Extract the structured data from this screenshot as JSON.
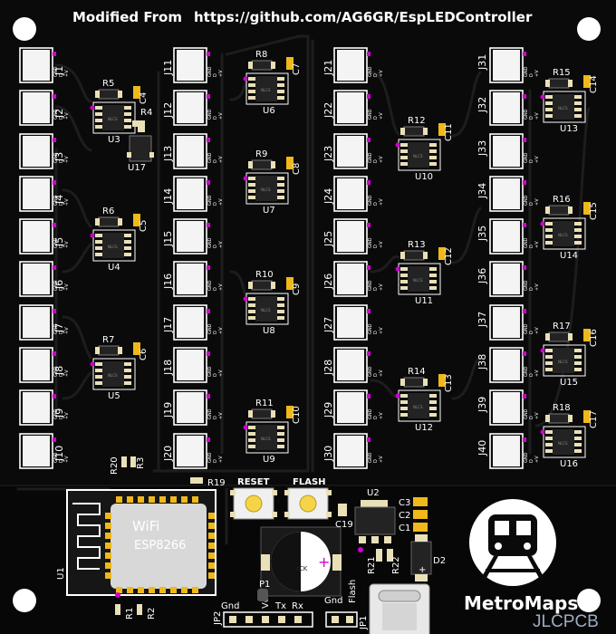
{
  "board": {
    "header_left": "Modified From",
    "header_url": "https://github.com/AG6GR/EspLEDController",
    "brand": "MetroMaps",
    "watermark": "JLCPCB",
    "wifi_label": "WiFi",
    "module_label": "ESP8266",
    "reset_label": "RESET",
    "flash_label": "FLASH",
    "battery_label": "YCK",
    "pin_label_p": "+V",
    "pin_label_g": "GND",
    "pin_label_d": "D"
  },
  "connectors": [
    [
      "J1",
      "J2",
      "J3",
      "J4",
      "J5",
      "J6",
      "J7",
      "J8",
      "J9",
      "J10"
    ],
    [
      "J11",
      "J12",
      "J13",
      "J14",
      "J15",
      "J16",
      "J17",
      "J18",
      "J19",
      "J20"
    ],
    [
      "J21",
      "J22",
      "J23",
      "J24",
      "J25",
      "J26",
      "J27",
      "J28",
      "J29",
      "J30"
    ],
    [
      "J31",
      "J32",
      "J33",
      "J34",
      "J35",
      "J36",
      "J37",
      "J38",
      "J39",
      "J40"
    ]
  ],
  "drivers": [
    {
      "u": "U3",
      "r": "R5",
      "c": "C4"
    },
    {
      "u": "U4",
      "r": "R6",
      "c": "C5"
    },
    {
      "u": "U5",
      "r": "R7",
      "c": "C6"
    },
    {
      "u": "U6",
      "r": "R8",
      "c": "C7"
    },
    {
      "u": "U7",
      "r": "R9",
      "c": "C8"
    },
    {
      "u": "U8",
      "r": "R10",
      "c": "C9"
    },
    {
      "u": "U9",
      "r": "R11",
      "c": "C10"
    },
    {
      "u": "U10",
      "r": "R12",
      "c": "C11"
    },
    {
      "u": "U11",
      "r": "R13",
      "c": "C12"
    },
    {
      "u": "U12",
      "r": "R14",
      "c": "C13"
    },
    {
      "u": "U13",
      "r": "R15",
      "c": "C14"
    },
    {
      "u": "U14",
      "r": "R16",
      "c": "C15"
    },
    {
      "u": "U15",
      "r": "R17",
      "c": "C16"
    },
    {
      "u": "U16",
      "r": "R18",
      "c": "C17"
    }
  ],
  "misc_labels": {
    "u17": "U17",
    "r4": "R4",
    "r20": "R20",
    "r3": "R3",
    "r19": "R19",
    "u2": "U2",
    "c19": "C19",
    "c3": "C3",
    "c2": "C2",
    "c1": "C1",
    "d2": "D2",
    "r21": "R21",
    "r22": "R22",
    "u1": "U1",
    "r1": "R1",
    "r2": "R2",
    "p1": "P1",
    "jp2": "JP2",
    "jp1": "JP1",
    "gnd1": "Gnd",
    "vcc": "Vcc",
    "tx": "Tx",
    "rx": "Rx",
    "gnd2": "Gnd",
    "flash_pin": "Flash",
    "plus": "+",
    "chip": "NLCS"
  },
  "colors": {
    "board": "#0a0a0a",
    "silk": "#ffffff",
    "trace": "#1e1e1e",
    "pad": "#e9e0b8",
    "gold": "#f0b81a",
    "pink": "#d000d0",
    "chip": "#232323",
    "connector": "#f4f4f4",
    "module": "#d8d8d8"
  }
}
